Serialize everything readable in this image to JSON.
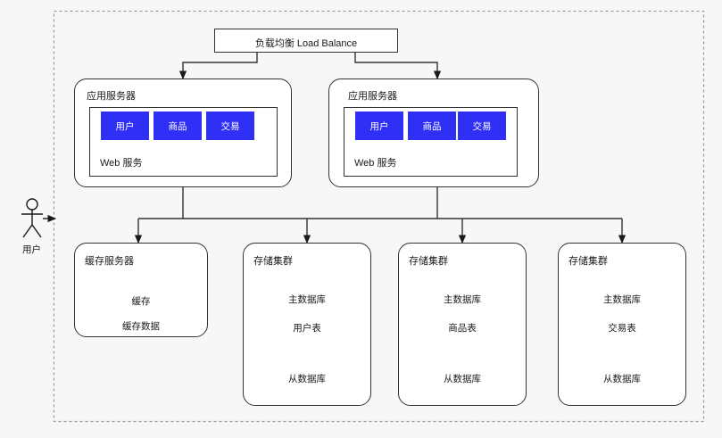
{
  "diagram": {
    "background_color": "#f7f7f7",
    "accent_color": "#2f2ff5",
    "line_color": "#333333",
    "boundary": {
      "name": "system-boundary",
      "style": "dashed"
    }
  },
  "actor": {
    "label": "用户",
    "icon": "stick-figure-icon"
  },
  "load_balancer": {
    "label": "负载均衡 Load Balance"
  },
  "app_servers": [
    {
      "title": "应用服务器",
      "web_label": "Web 服务",
      "modules": [
        "用户",
        "商品",
        "交易"
      ]
    },
    {
      "title": "应用服务器",
      "web_label": "Web 服务",
      "modules": [
        "用户",
        "商品",
        "交易"
      ]
    }
  ],
  "cache_server": {
    "title": "缓存服务器",
    "cylinder": "缓存",
    "caption": "缓存数据"
  },
  "storage_clusters": [
    {
      "title": "存储集群",
      "master": "主数据库",
      "caption": "用户表",
      "slave": "从数据库"
    },
    {
      "title": "存储集群",
      "master": "主数据库",
      "caption": "商品表",
      "slave": "从数据库"
    },
    {
      "title": "存储集群",
      "master": "主数据库",
      "caption": "交易表",
      "slave": "从数据库"
    }
  ]
}
